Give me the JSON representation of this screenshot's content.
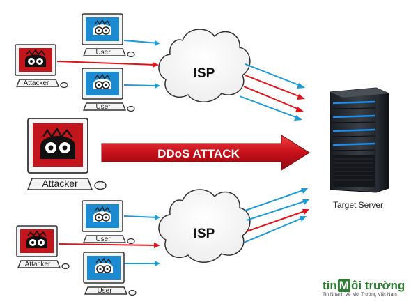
{
  "labels": {
    "user": "User",
    "attacker": "Attacker",
    "isp": "ISP",
    "ddos": "DDoS ATTACK",
    "target": "Target Server"
  },
  "logo": {
    "tin": "tin",
    "m": "M",
    "rest": "ôi trường",
    "tagline": "Tin Nhanh Về Môi Trường Việt Nam"
  },
  "colors": {
    "attack_red": "#e0121a",
    "user_blue": "#1e9ad6",
    "ddos_arrow": "#d5141b",
    "logo_green": "#2e7d32"
  }
}
